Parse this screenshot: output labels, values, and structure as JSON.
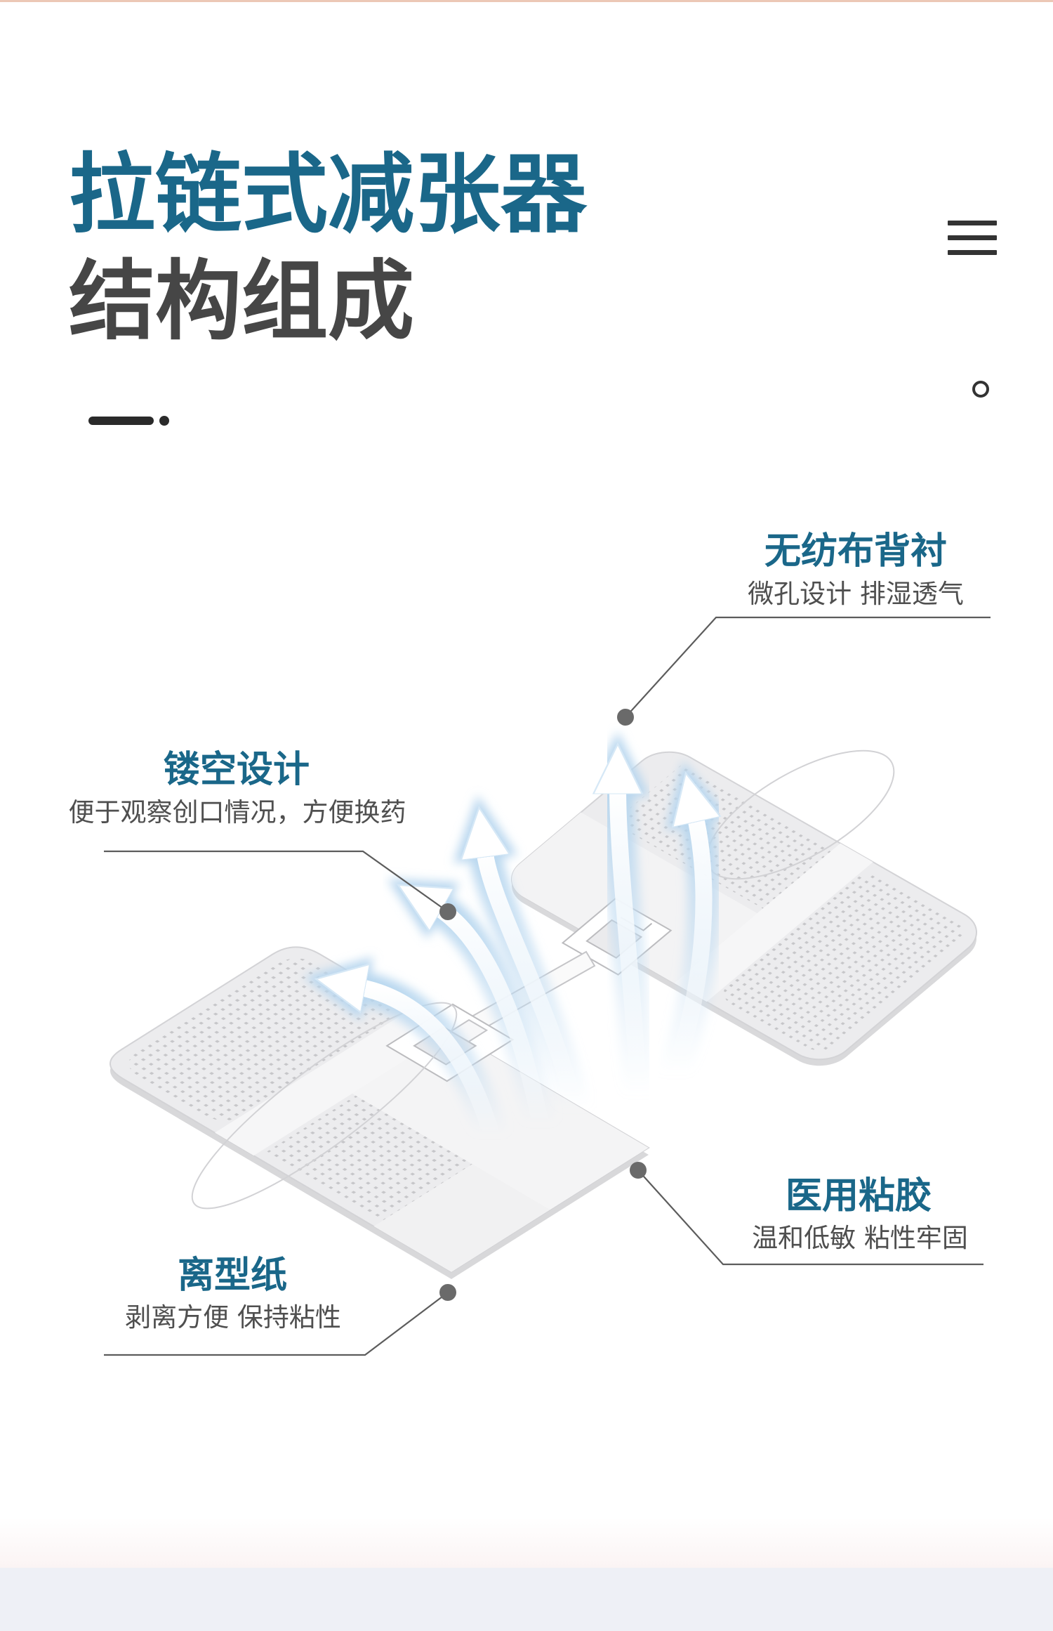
{
  "title": {
    "line1": "拉链式减张器",
    "line2": "结构组成"
  },
  "callouts": [
    {
      "title": "无纺布背衬",
      "desc": "微孔设计 排湿透气"
    },
    {
      "title": "镂空设计",
      "desc": "便于观察创口情况，方便换药"
    },
    {
      "title": "医用粘胶",
      "desc": "温和低敏 粘性牢固"
    },
    {
      "title": "离型纸",
      "desc": "剥离方便 保持粘性"
    }
  ],
  "icons": {
    "menu": "menu-icon",
    "indicator": "circle-icon"
  },
  "colors": {
    "accent": "#1a6789",
    "heading_dark": "#464646",
    "description": "#4f4f4f",
    "callout_line": "#5c5c5c",
    "bottom_band": "#eef0f6"
  }
}
